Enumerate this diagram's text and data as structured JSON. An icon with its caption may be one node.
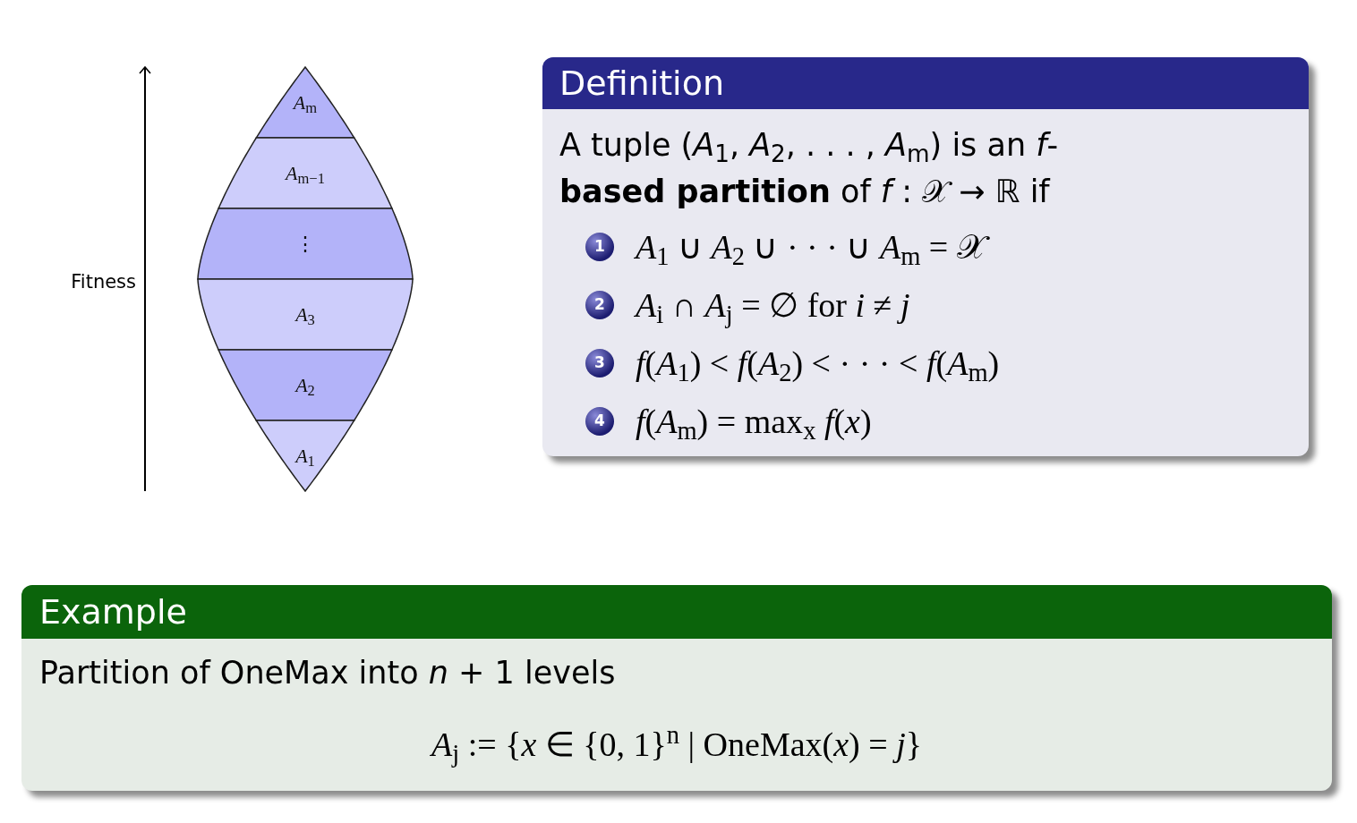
{
  "diagram": {
    "nodes": [
      {
        "text": [
          "*A*$_{m}$"
        ]
      },
      {
        "text": [
          "*A*$_{m−1}$"
        ]
      },
      {
        "text": [
          "⋮"
        ]
      },
      {
        "text": [
          "*A*$_{3}$"
        ]
      },
      {
        "text": [
          "*A*$_{2}$"
        ]
      },
      {
        "text": [
          "*A*$_{1}$"
        ]
      },
      {
        "text": [
          "Definition",
          "A tuple (*A*$_{1}$, *A*$_{2}$, . . . , *A*$_{m}$) is an *f*-**based partition** of *f* : 𝒳 → ℝ if",
          "1",
          "*A*$_{1}$ ∪ *A*$_{2}$ ∪ · · · ∪ *A*$_{m}$ = 𝒳",
          "2",
          "*A*$_{i}$ ∩ *A*$_{j}$ = ∅ for *i* ≠ *j*",
          "3",
          "*f*(*A*$_{1}$) < *f*(*A*$_{2}$) < · · · < *f*(*A*$_{m}$)",
          "4",
          "*f*(*A*$_{m}$) = max$_{x}$ *f*(*x*)"
        ]
      },
      {
        "text": [
          "Example",
          "Partition of OneMax into *n* + 1 levels",
          "*A*$_{j}$ := {*x* ∈ {0, 1}$^{n}$ | OneMax(*x*) = *j*}"
        ]
      }
    ],
    "labels": [
      "Fitness"
    ]
  }
}
